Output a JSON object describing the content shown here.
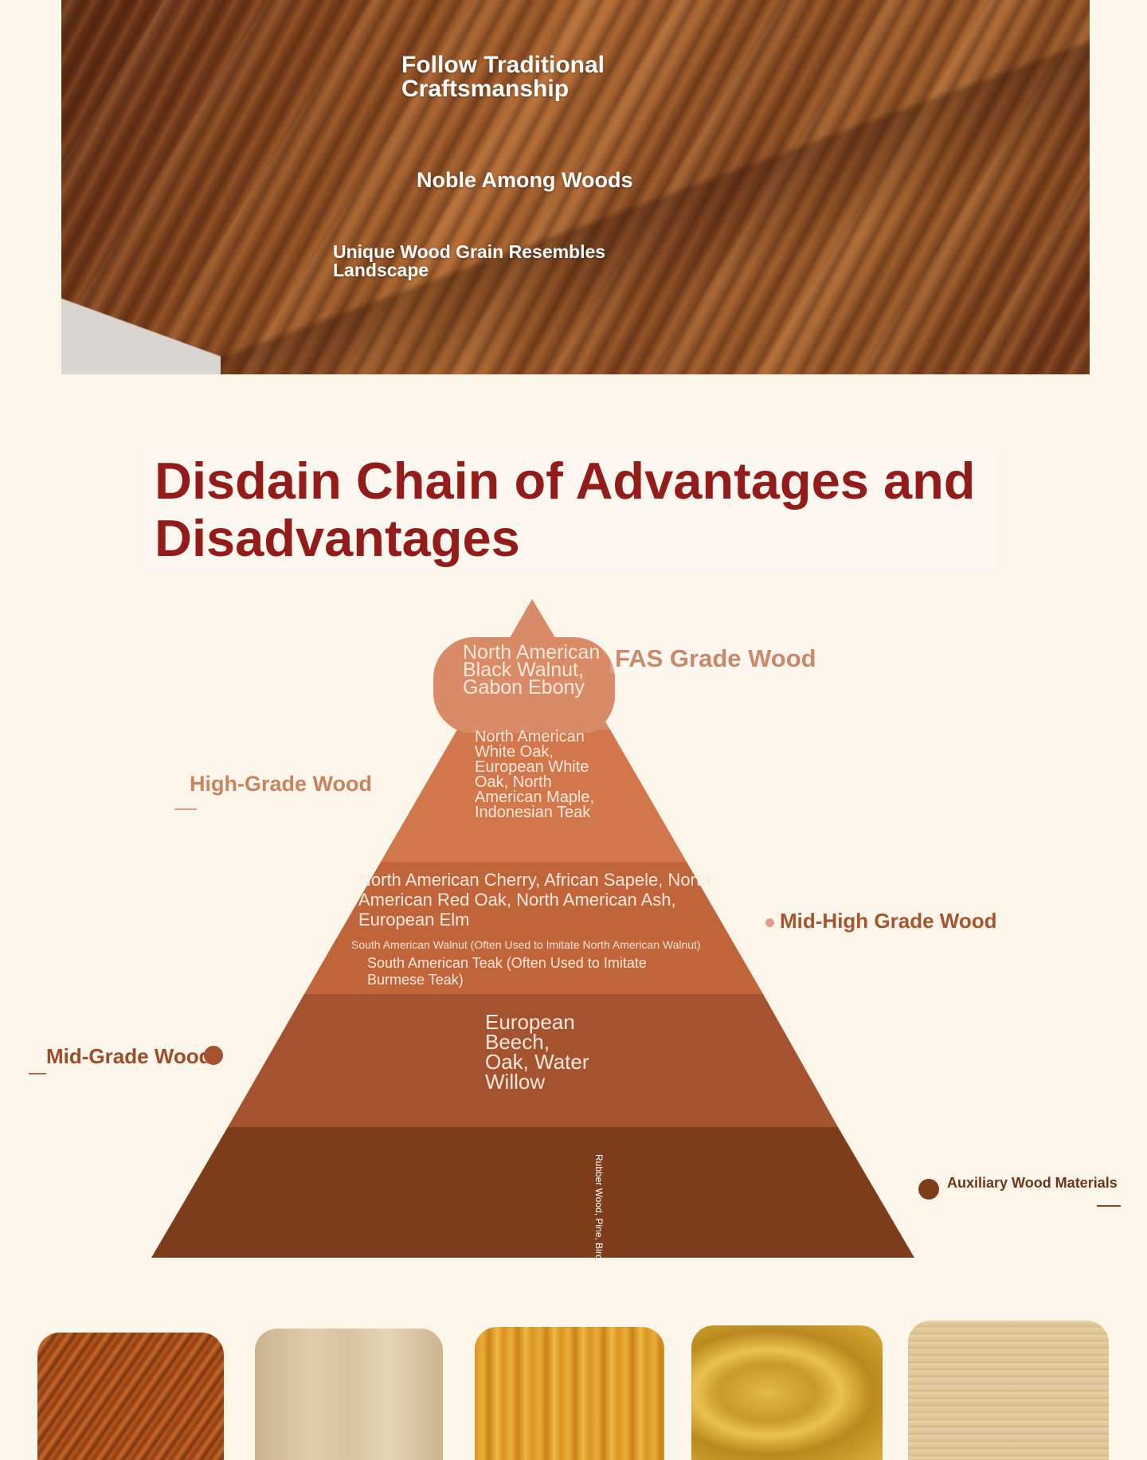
{
  "hero": {
    "line1": "Follow Traditional Craftsmanship",
    "line2": "Noble Among Woods",
    "line3": "Unique Wood Grain Resembles Landscape"
  },
  "section": {
    "title": "Disdain Chain of Advantages and Disadvantages"
  },
  "pyramid": {
    "tiers": [
      {
        "grade": "FAS Grade Wood",
        "woods": "North American Black Walnut, Gabon Ebony",
        "color": "#d98a66"
      },
      {
        "grade": "High-Grade Wood",
        "woods": "North American White Oak, European White Oak, North American Maple, Indonesian Teak",
        "color": "#d2774b"
      },
      {
        "grade": "Mid-High Grade Wood",
        "woods": "North American Cherry, African Sapele, North American Red Oak, North American Ash, European Elm",
        "note1": "South American Walnut (Often Used to Imitate North American Walnut)",
        "note2": "South American Teak (Often Used to Imitate Burmese Teak)",
        "color": "#c0643a"
      },
      {
        "grade": "Mid-Grade Wood",
        "woods": "European Beech, Oak, Water Willow",
        "color": "#a5532e"
      },
      {
        "grade": "Auxiliary Wood Materials",
        "woods": "Rubber Wood, Pine, Birch",
        "color": "#7d3d1b"
      }
    ]
  },
  "swatches": [
    {
      "name": "swatch-1",
      "color": "#a84d1a"
    },
    {
      "name": "swatch-2",
      "color": "#d9c6a1"
    },
    {
      "name": "swatch-3",
      "color": "#e0a030"
    },
    {
      "name": "swatch-4",
      "color": "#d2a83c"
    },
    {
      "name": "swatch-5",
      "color": "#dfc99b"
    }
  ]
}
